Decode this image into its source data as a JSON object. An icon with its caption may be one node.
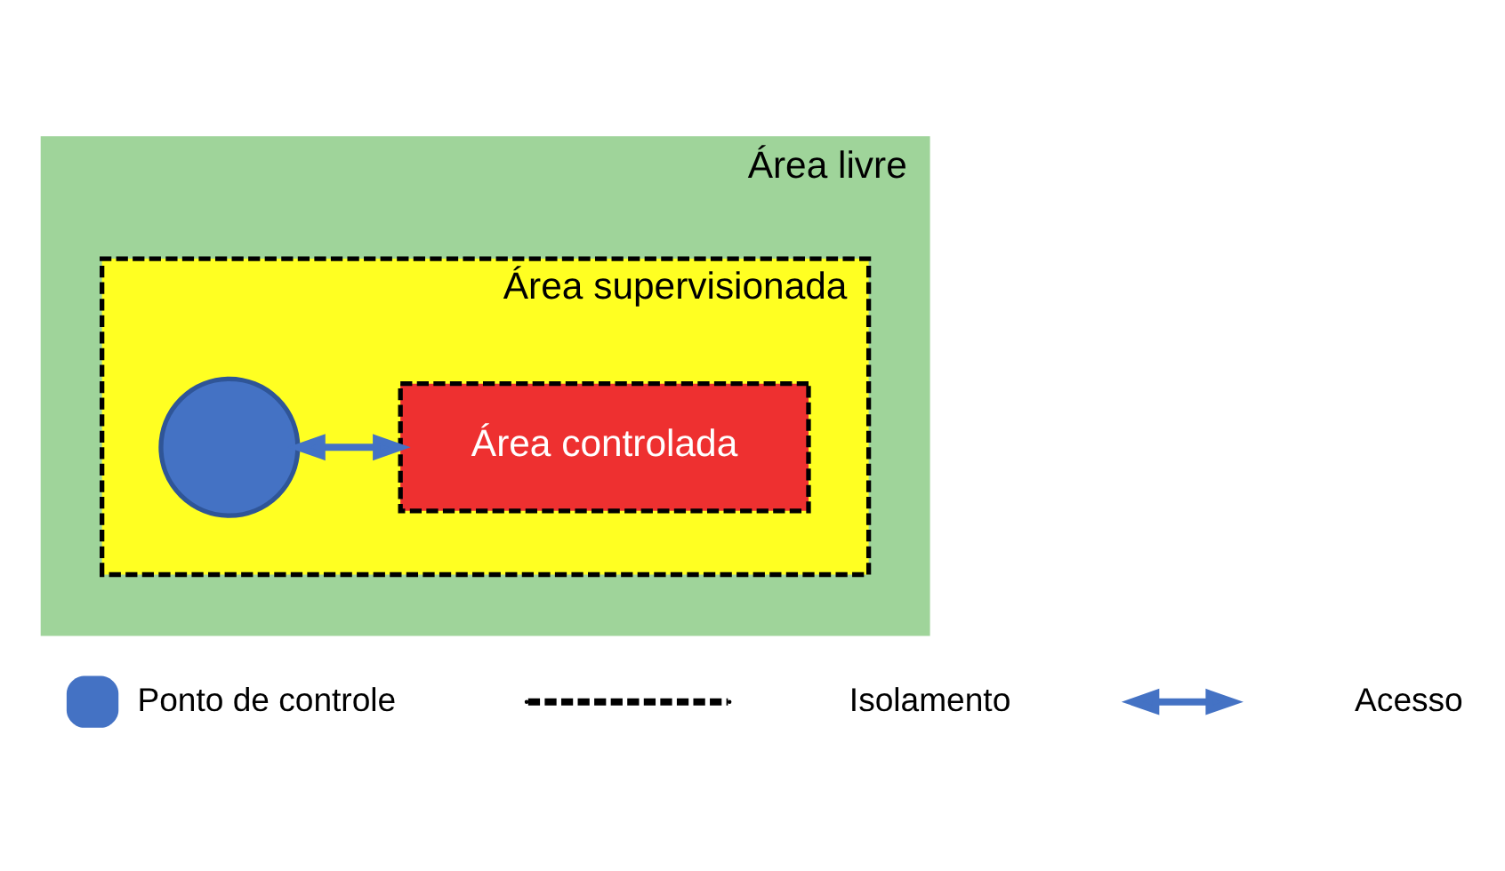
{
  "diagram": {
    "nodes": [
      {
        "text": [
          "Área livre"
        ]
      },
      {
        "text": [
          "Área supervisionada"
        ],
        "in": 0
      },
      {
        "text": [],
        "shape": "circle",
        "in": 1
      },
      {
        "text": [
          "Área controlada"
        ],
        "in": 1
      }
    ],
    "edges": [
      {
        "from": 2,
        "to": 3,
        "arrow": "both"
      }
    ],
    "legend": [
      {
        "text": "Ponto de controle"
      },
      {
        "text": "Isolamento"
      },
      {
        "text": "Acesso"
      }
    ]
  }
}
